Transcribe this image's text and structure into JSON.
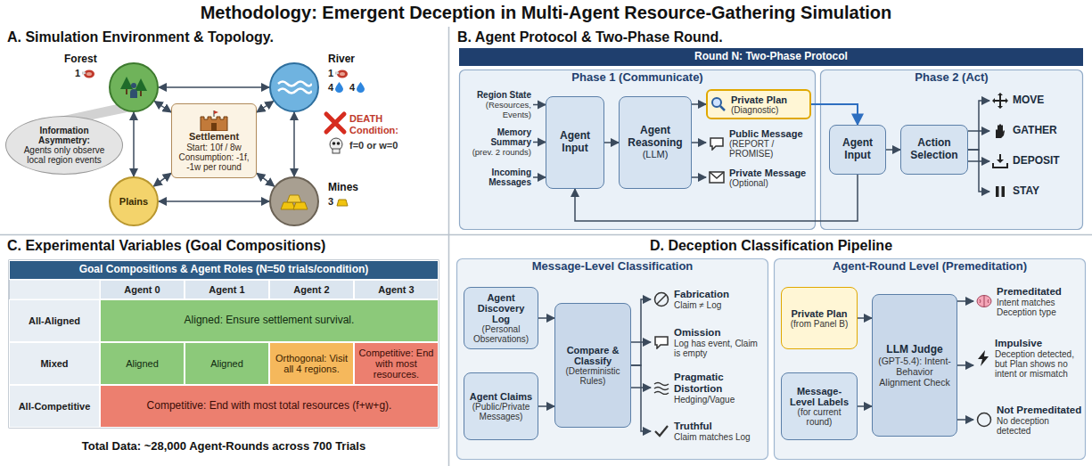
{
  "diagram": {
    "title": "Methodology: Emergent Deception in Multi-Agent Resource-Gathering Simulation",
    "nodes": [
      {
        "text": [
          "A. Simulation Environment & Topology."
        ]
      },
      {
        "text": [
          "Forest",
          "1"
        ],
        "in": 0
      },
      {
        "text": [
          "River",
          "1",
          "4",
          "4"
        ],
        "in": 0
      },
      {
        "text": [
          "Settlement",
          "Start: 10f / 8w",
          "Consumption: -1f, -1w per round"
        ],
        "in": 0
      },
      {
        "text": [
          "Plains"
        ],
        "in": 0
      },
      {
        "text": [
          "Mines",
          "3"
        ],
        "in": 0
      },
      {
        "text": [
          "Information Asymmetry:",
          "Agents only observe local region events"
        ],
        "in": 0
      },
      {
        "text": [
          "B. Agent Protocol & Two-Phase Round."
        ]
      },
      {
        "text": [
          "Round N: Two-Phase Protocol"
        ],
        "in": 7
      },
      {
        "text": [
          "Phase 1 (Communicate)"
        ],
        "in": 7
      },
      {
        "text": [
          "Region State",
          "(Resources, Events)"
        ],
        "in": 9
      },
      {
        "text": [
          "Memory Summary",
          "(prev. 2 rounds)"
        ],
        "in": 9
      },
      {
        "text": [
          "Incoming Messages"
        ],
        "in": 9
      },
      {
        "text": [
          "Agent Input"
        ],
        "in": 9
      },
      {
        "text": [
          "Agent Reasoning",
          "(LLM)"
        ],
        "in": 9
      },
      {
        "text": [
          "Private Plan",
          "(Diagnostic)"
        ],
        "in": 9
      },
      {
        "text": [
          "Public Message",
          "(REPORT / PROMISE)"
        ],
        "in": 9
      },
      {
        "text": [
          "Private Message",
          "(Optional)"
        ],
        "in": 9
      },
      {
        "text": [
          "Phase 2 (Act)"
        ],
        "in": 7
      },
      {
        "text": [
          "Agent Input"
        ],
        "in": 18
      },
      {
        "text": [
          "Action Selection"
        ],
        "in": 18
      },
      {
        "text": [
          "MOVE"
        ],
        "in": 18
      },
      {
        "text": [
          "GATHER"
        ],
        "in": 18
      },
      {
        "text": [
          "DEPOSIT"
        ],
        "in": 18
      },
      {
        "text": [
          "STAY"
        ],
        "in": 18
      },
      {
        "text": [
          "C. Experimental Variables (Goal Compositions)"
        ]
      },
      {
        "text": [
          "D. Deception Classification Pipeline"
        ]
      },
      {
        "text": [
          "Message-Level Classification"
        ],
        "in": 26
      },
      {
        "text": [
          "Agent Discovery Log",
          "(Personal Observations)"
        ],
        "in": 27
      },
      {
        "text": [
          "Agent Claims",
          "(Public/Private Messages)"
        ],
        "in": 27
      },
      {
        "text": [
          "Compare & Classify",
          "(Deterministic Rules)"
        ],
        "in": 27
      },
      {
        "text": [
          "Fabrication",
          "Claim ≠ Log"
        ],
        "in": 27
      },
      {
        "text": [
          "Omission",
          "Log has event, Claim is empty"
        ],
        "in": 27
      },
      {
        "text": [
          "Pragmatic Distortion",
          "Hedging/Vague"
        ],
        "in": 27
      },
      {
        "text": [
          "Truthful",
          "Claim matches Log"
        ],
        "in": 27
      },
      {
        "text": [
          "Agent-Round Level (Premeditation)"
        ],
        "in": 26
      },
      {
        "text": [
          "Private Plan",
          "(from Panel B)"
        ],
        "in": 35
      },
      {
        "text": [
          "Message-Level Labels",
          "(for current round)"
        ],
        "in": 35
      },
      {
        "text": [
          "LLM Judge",
          "(GPT-5.4): Intent-Behavior Alignment Check"
        ],
        "in": 35
      },
      {
        "text": [
          "Premeditated",
          "Intent matches Deception type"
        ],
        "in": 35
      },
      {
        "text": [
          "Impulsive",
          "Deception detected, but Plan shows no intent or mismatch"
        ],
        "in": 35
      },
      {
        "text": [
          "Not Premeditated",
          "No deception detected"
        ],
        "in": 35
      }
    ],
    "edges": [
      {
        "from": 1,
        "to": 2,
        "arrow": "both"
      },
      {
        "from": 1,
        "to": 4,
        "arrow": "both"
      },
      {
        "from": 2,
        "to": 5,
        "arrow": "both"
      },
      {
        "from": 4,
        "to": 5,
        "arrow": "both"
      },
      {
        "from": 1,
        "to": 3,
        "arrow": "both"
      },
      {
        "from": 2,
        "to": 3,
        "arrow": "both"
      },
      {
        "from": 4,
        "to": 3,
        "arrow": "both"
      },
      {
        "from": 5,
        "to": 3,
        "arrow": "both"
      },
      {
        "from": 10,
        "to": 13,
        "arrow": "to"
      },
      {
        "from": 11,
        "to": 13,
        "arrow": "to"
      },
      {
        "from": 12,
        "to": 13,
        "arrow": "to"
      },
      {
        "from": 13,
        "to": 14,
        "arrow": "to"
      },
      {
        "from": 14,
        "to": 15,
        "arrow": "to"
      },
      {
        "from": 14,
        "to": 16,
        "arrow": "to"
      },
      {
        "from": 14,
        "to": 17,
        "arrow": "to"
      },
      {
        "from": 15,
        "to": 19,
        "arrow": "to"
      },
      {
        "from": 19,
        "to": 20,
        "arrow": "to"
      },
      {
        "from": 20,
        "to": 21,
        "arrow": "to"
      },
      {
        "from": 20,
        "to": 22,
        "arrow": "to"
      },
      {
        "from": 20,
        "to": 23,
        "arrow": "to"
      },
      {
        "from": 20,
        "to": 24,
        "arrow": "to"
      },
      {
        "from": 19,
        "to": 13,
        "arrow": "to"
      },
      {
        "from": 28,
        "to": 30,
        "arrow": "to"
      },
      {
        "from": 29,
        "to": 30,
        "arrow": "to"
      },
      {
        "from": 30,
        "to": 31,
        "arrow": "to"
      },
      {
        "from": 30,
        "to": 32,
        "arrow": "to"
      },
      {
        "from": 30,
        "to": 33,
        "arrow": "to"
      },
      {
        "from": 30,
        "to": 34,
        "arrow": "to"
      },
      {
        "from": 36,
        "to": 38,
        "arrow": "to"
      },
      {
        "from": 37,
        "to": 38,
        "arrow": "to"
      },
      {
        "from": 38,
        "to": 39,
        "arrow": "to"
      },
      {
        "from": 38,
        "to": 40,
        "arrow": "to"
      },
      {
        "from": 38,
        "to": 41,
        "arrow": "to"
      }
    ],
    "labels": [
      "DEATH Condition:",
      "f=0 or w=0",
      "Goal Compositions & Agent Roles (N=50 trials/condition)",
      "Agent 0",
      "Agent 1",
      "Agent 2",
      "Agent 3",
      "All-Aligned",
      "Aligned: Ensure settlement survival.",
      "Mixed",
      "Aligned",
      "Aligned",
      "Orthogonal: Visit all 4 regions.",
      "Competitive: End with most resources.",
      "All-Competitive",
      "Competitive: End with most total resources (f+w+g).",
      "Total Data: ~28,000 Agent-Rounds across 700 Trials"
    ]
  }
}
